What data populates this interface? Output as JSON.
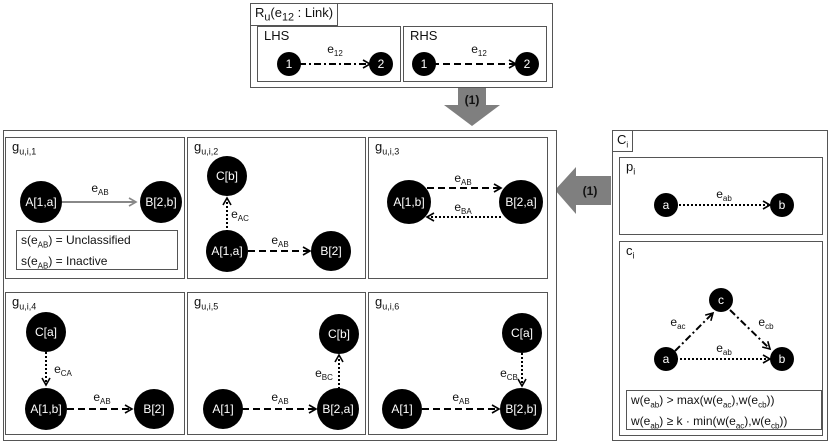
{
  "rule": {
    "title_main": "R",
    "title_sub": "u",
    "title_rest": "(e",
    "title_esub": "12",
    "title_end": " : Link)",
    "lhs_label": "LHS",
    "rhs_label": "RHS",
    "node1": "1",
    "node2": "2",
    "edge_main": "e",
    "edge_sub": "12"
  },
  "arrow_down_label": "(1)",
  "arrow_left_label": "(1)",
  "graphs": [
    {
      "label_main": "g",
      "label_sub": "u,i,1"
    },
    {
      "label_main": "g",
      "label_sub": "u,i,2"
    },
    {
      "label_main": "g",
      "label_sub": "u,i,3"
    },
    {
      "label_main": "g",
      "label_sub": "u,i,4"
    },
    {
      "label_main": "g",
      "label_sub": "u,i,5"
    },
    {
      "label_main": "g",
      "label_sub": "u,i,6"
    }
  ],
  "g1": {
    "nodeA": "A[1,a]",
    "nodeB": "B[2,b]",
    "edge": {
      "m": "e",
      "s": "AB"
    },
    "status1": {
      "pre": "s(e",
      "sub": "AB",
      "post": ") = Unclassified"
    },
    "status2": {
      "pre": "s(e",
      "sub": "AB",
      "post": ") = Inactive"
    }
  },
  "g2": {
    "nodeC": "C[b]",
    "nodeA": "A[1,a]",
    "nodeB": "B[2]",
    "edgeAC": {
      "m": "e",
      "s": "AC"
    },
    "edgeAB": {
      "m": "e",
      "s": "AB"
    }
  },
  "g3": {
    "nodeA": "A[1,b]",
    "nodeB": "B[2,a]",
    "edgeAB": {
      "m": "e",
      "s": "AB"
    },
    "edgeBA": {
      "m": "e",
      "s": "BA"
    }
  },
  "g4": {
    "nodeC": "C[a]",
    "nodeA": "A[1,b]",
    "nodeB": "B[2]",
    "edgeCA": {
      "m": "e",
      "s": "CA"
    },
    "edgeAB": {
      "m": "e",
      "s": "AB"
    }
  },
  "g5": {
    "nodeC": "C[b]",
    "nodeA": "A[1]",
    "nodeB": "B[2,a]",
    "edgeBC": {
      "m": "e",
      "s": "BC"
    },
    "edgeAB": {
      "m": "e",
      "s": "AB"
    }
  },
  "g6": {
    "nodeC": "C[a]",
    "nodeA": "A[1]",
    "nodeB": "B[2,b]",
    "edgeCB": {
      "m": "e",
      "s": "CB"
    },
    "edgeAB": {
      "m": "e",
      "s": "AB"
    }
  },
  "ci": {
    "label_main": "C",
    "label_sub": "i",
    "p_main": "p",
    "p_sub": "i",
    "c_main": "c",
    "c_sub": "i",
    "pa": "a",
    "pb": "b",
    "p_edge": {
      "m": "e",
      "s": "ab"
    },
    "ca": "a",
    "cb": "b",
    "cc": "c",
    "c_eac": {
      "m": "e",
      "s": "ac"
    },
    "c_ecb": {
      "m": "e",
      "s": "cb"
    },
    "c_eab": {
      "m": "e",
      "s": "ab"
    },
    "cond1": "w(e<sub>ab</sub>) > max(w(e<sub>ac</sub>),w(e<sub>cb</sub>))",
    "cond2": "w(e<sub>ab</sub>) ≥ k · min(w(e<sub>ac</sub>),w(e<sub>cb</sub>))"
  }
}
